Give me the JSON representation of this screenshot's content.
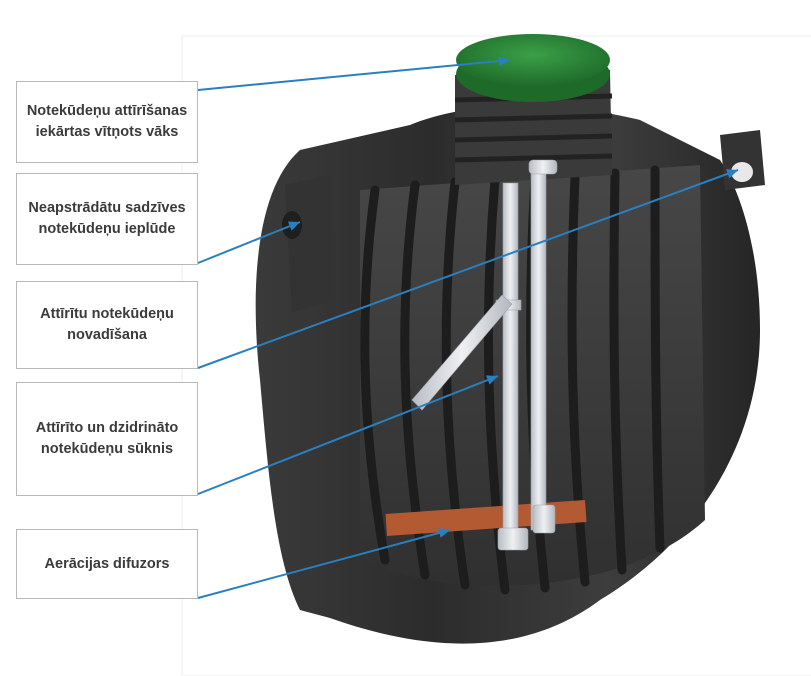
{
  "colors": {
    "leader_line": "#2a7fbf",
    "tank_body": "#2b2b2b",
    "lid": "#2f8a3a",
    "pipes": "#d8dbe0",
    "diffuser": "#b35a33"
  },
  "labels": [
    {
      "text": "Notekūdeņu attīrīšanas iekārtas vītņots vāks",
      "target": "lid"
    },
    {
      "text": "Neapstrādātu sadzīves notekūdeņu ieplūde",
      "target": "inlet"
    },
    {
      "text": "Attīrītu notekūdeņu novadīšana",
      "target": "outlet"
    },
    {
      "text": "Attīrīto un dzidrināto notekūdeņu sūknis",
      "target": "pump"
    },
    {
      "text": "Aerācijas difuzors",
      "target": "diffuser"
    }
  ]
}
